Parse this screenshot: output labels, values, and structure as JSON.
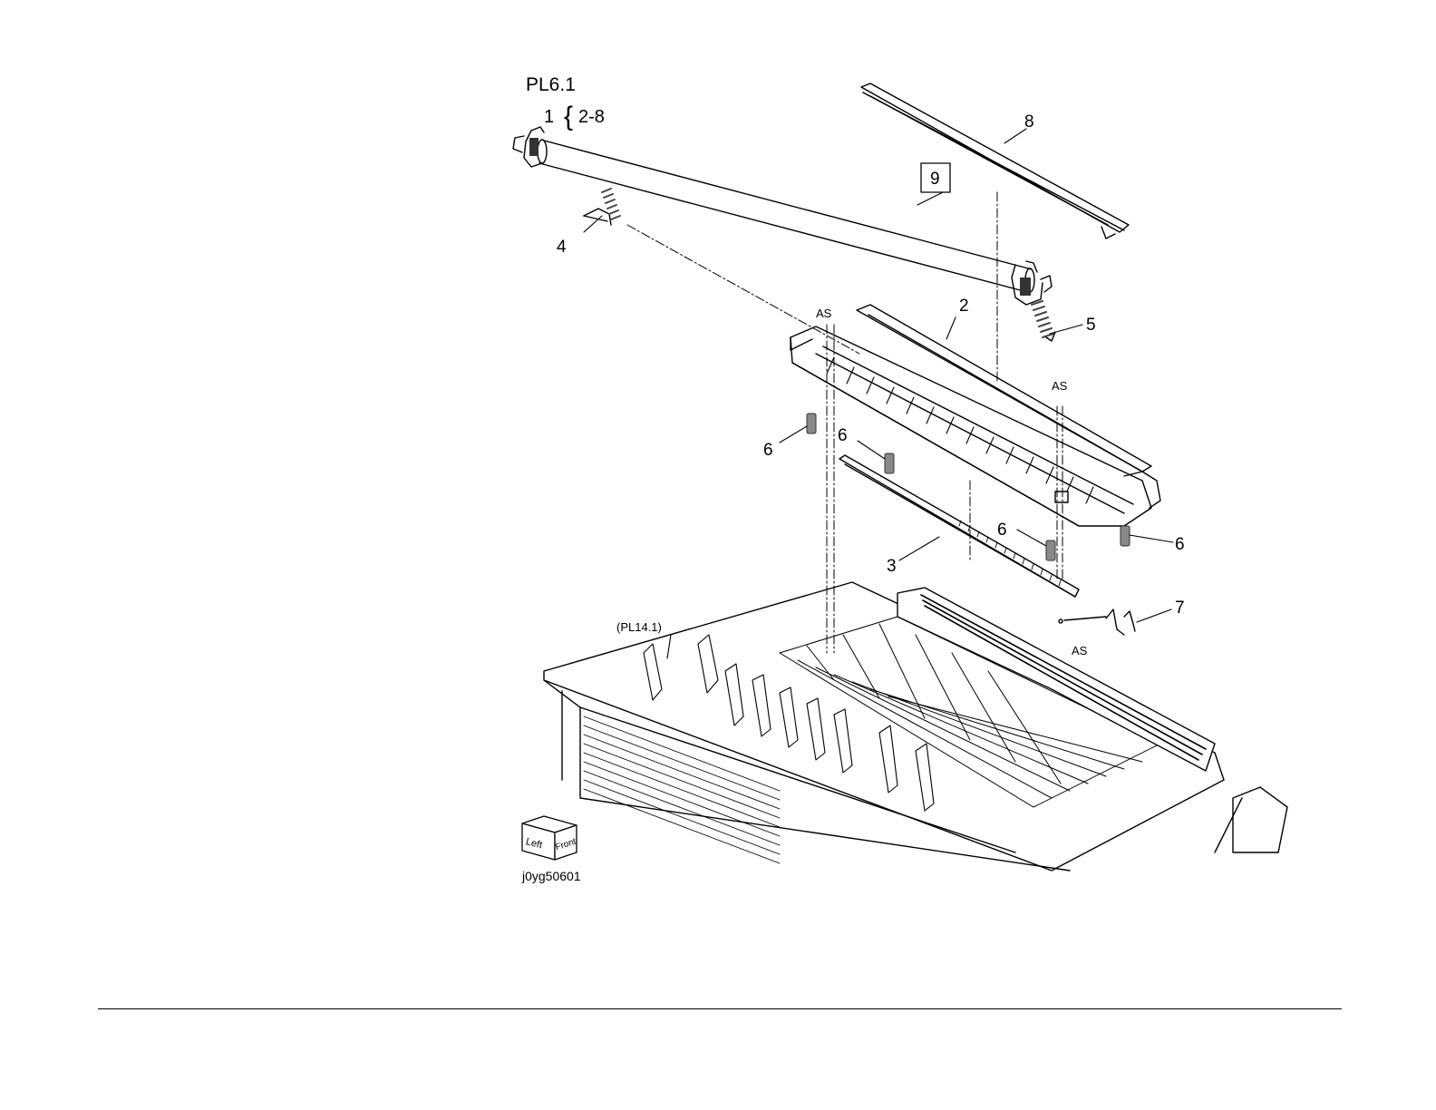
{
  "header": {
    "plate_id": "PL6.1",
    "assembly_item": "1",
    "assembly_range": "2-8"
  },
  "callouts": {
    "c2": "2",
    "c3": "3",
    "c4": "4",
    "c5": "5",
    "c6a": "6",
    "c6b": "6",
    "c6c": "6",
    "c6d": "6",
    "c7": "7",
    "c8": "8",
    "c9": "9",
    "as_a": "AS",
    "as_b": "AS",
    "as_c": "AS",
    "ref": "(PL14.1)"
  },
  "orientation": {
    "left_label": "Left",
    "front_label": "Front"
  },
  "image_code": "j0yg50601"
}
